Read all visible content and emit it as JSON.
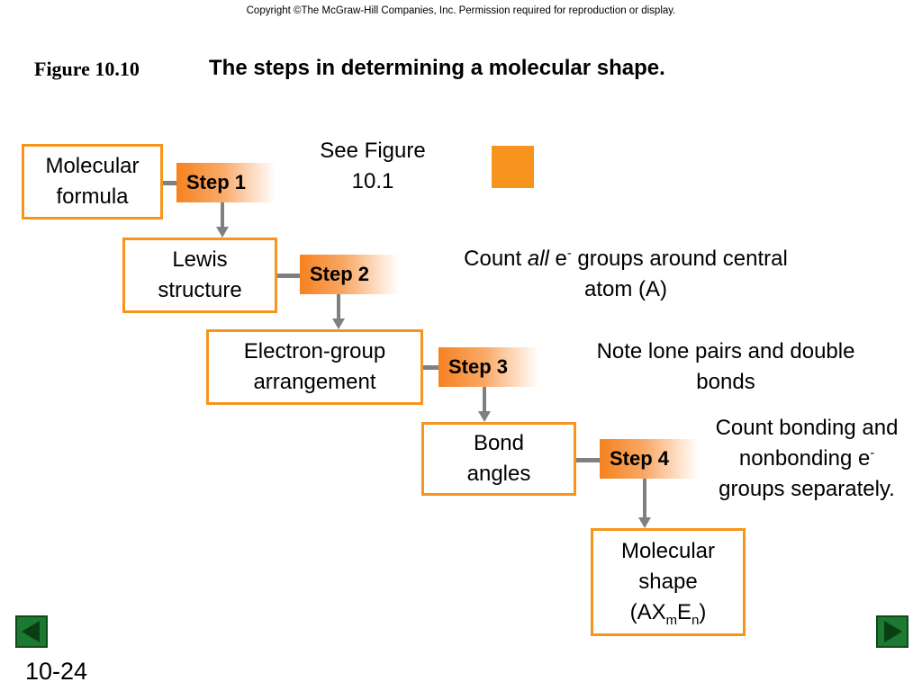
{
  "header": {
    "copyright": "Copyright ©The McGraw-Hill Companies, Inc.  Permission required for reproduction or display.",
    "figure_label": "Figure 10.10",
    "figure_title": "The steps in determining a molecular shape."
  },
  "boxes": {
    "molecular_formula": [
      "Molecular",
      "formula"
    ],
    "lewis_structure": [
      "Lewis",
      "structure"
    ],
    "electron_group": [
      "Electron-group",
      "arrangement"
    ],
    "bond_angles": [
      "Bond",
      "angles"
    ],
    "molecular_shape": {
      "line1": "Molecular",
      "line2": "shape",
      "formula_open": "(AX",
      "formula_sub_m": "m",
      "formula_E": "E",
      "formula_sub_n": "n",
      "formula_close": ")"
    }
  },
  "steps": [
    "Step 1",
    "Step 2",
    "Step 3",
    "Step 4"
  ],
  "notes": {
    "note1": [
      "See Figure",
      "10.1"
    ],
    "note2": {
      "pre": "Count ",
      "italic": "all",
      "e": " e",
      "sup": "-",
      "post": " groups around central",
      "line2": "atom (A)"
    },
    "note3": [
      "Note lone pairs and double",
      "bonds"
    ],
    "note4": {
      "line1": "Count bonding and",
      "line2_pre": "nonbonding e",
      "line2_sup": "-",
      "line3": "groups separately."
    }
  },
  "colors": {
    "accent": "#f7941d",
    "connector": "#808080",
    "nav": "#1b7a2f"
  },
  "nav": {
    "prev_icon": "triangle-left-icon",
    "next_icon": "triangle-right-icon"
  },
  "footer": {
    "page_number": "10-24"
  }
}
